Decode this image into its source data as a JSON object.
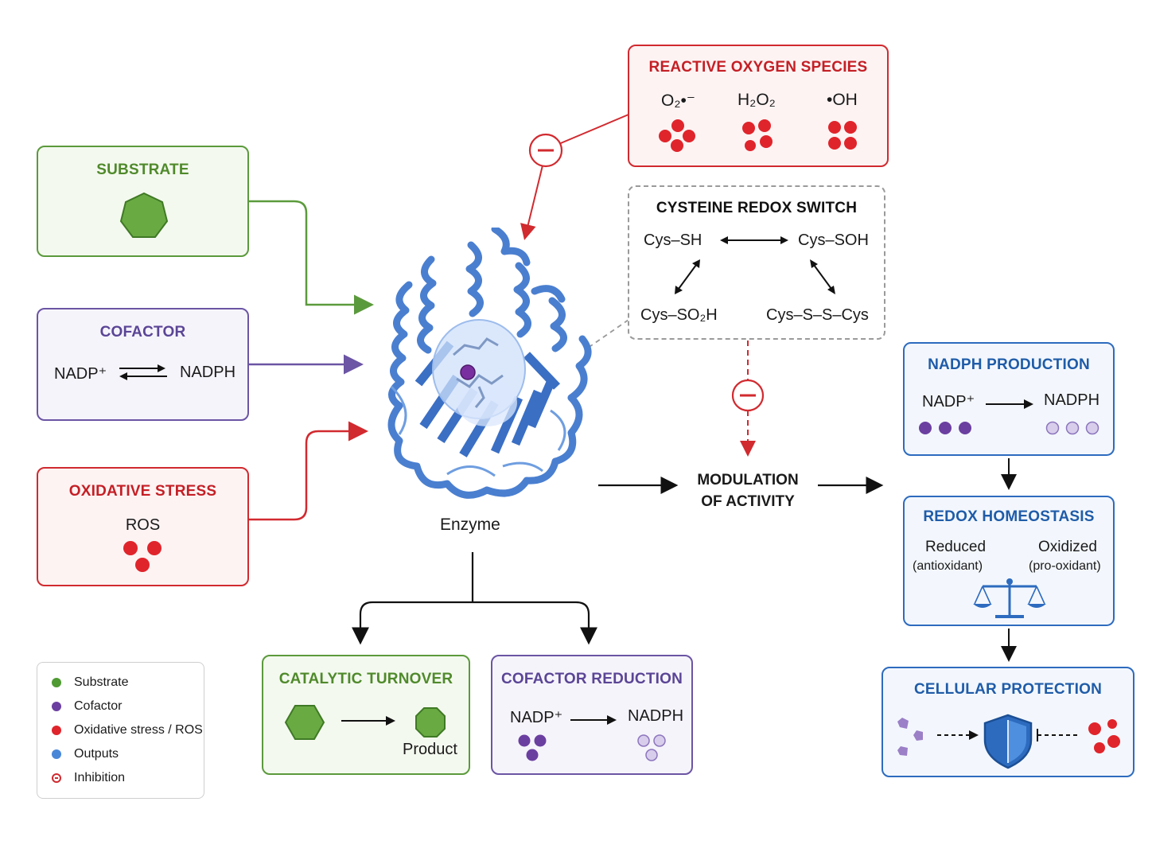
{
  "substrate": {
    "title": "SUBSTRATE"
  },
  "cofactor": {
    "title": "COFACTOR",
    "left": "NADP⁺",
    "right": "NADPH"
  },
  "oxidative_stress": {
    "title": "OXIDATIVE STRESS",
    "label": "ROS"
  },
  "ros": {
    "title": "REACTIVE OXYGEN SPECIES",
    "species": [
      "O₂•⁻",
      "H₂O₂",
      "•OH"
    ]
  },
  "cysteine": {
    "title": "CYSTEINE REDOX SWITCH",
    "states": [
      "Cys–SH",
      "Cys–SOH",
      "Cys–SO₂H",
      "Cys–S–S–Cys"
    ]
  },
  "enzyme": {
    "label": "Enzyme"
  },
  "modulation": {
    "line1": "MODULATION",
    "line2": "OF ACTIVITY"
  },
  "catalytic": {
    "title": "CATALYTIC TURNOVER",
    "product": "Product"
  },
  "cofactor_reduction": {
    "title": "COFACTOR REDUCTION",
    "left": "NADP⁺",
    "right": "NADPH"
  },
  "nadph_production": {
    "title": "NADPH PRODUCTION",
    "left": "NADP⁺",
    "right": "NADPH"
  },
  "redox_homeostasis": {
    "title": "REDOX HOMEOSTASIS",
    "reduced": "Reduced",
    "reduced_sub": "(antioxidant)",
    "oxidized": "Oxidized",
    "oxidized_sub": "(pro-oxidant)"
  },
  "cellular_protection": {
    "title": "CELLULAR PROTECTION"
  },
  "legend": {
    "items": [
      {
        "label": "Substrate",
        "color": "#4f9a32"
      },
      {
        "label": "Cofactor",
        "color": "#6b3fa0"
      },
      {
        "label": "Oxidative stress / ROS",
        "color": "#e0242b"
      },
      {
        "label": "Outputs",
        "color": "#4a86d8"
      },
      {
        "label": "Inhibition",
        "color": "#d12a2f"
      }
    ]
  },
  "colors": {
    "substrate": "#5b9a3c",
    "cofactor": "#6b55a4",
    "ros": "#d12a2f",
    "output": "#2d6bbf",
    "enzyme": "#4a7fd0"
  }
}
